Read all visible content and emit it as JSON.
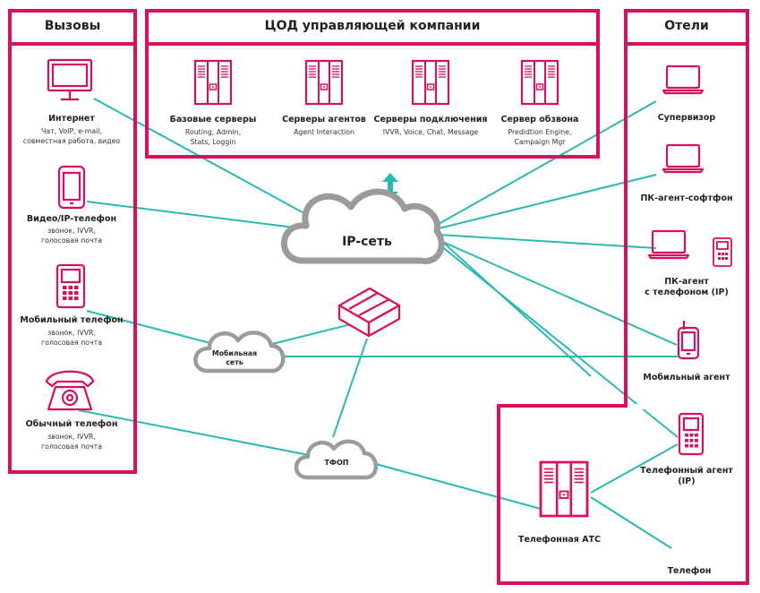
{
  "colors": {
    "accent": "#d6105f",
    "line": "#2bb8b1",
    "cloud": "#9b9b9b"
  },
  "sections": {
    "calls": "Вызовы",
    "datacenter": "ЦОД управляющей компании",
    "hotels": "Отели"
  },
  "calls": [
    {
      "title": "Интернет",
      "lines": [
        "Чат, VoIP, e-mail,",
        "совместная работа, видео"
      ],
      "icon": "monitor-icon"
    },
    {
      "title": "Видео/IP-телефон",
      "lines": [
        "звонок, IVVR,",
        "голосовая почта"
      ],
      "icon": "smartphone-icon"
    },
    {
      "title": "Мобильный телефон",
      "lines": [
        "звонок, IVVR,",
        "голосовая почта"
      ],
      "icon": "mobile-phone-icon"
    },
    {
      "title": "Обычный телефон",
      "lines": [
        "звонок, IVVR,",
        "голосовая почта"
      ],
      "icon": "desk-telephone-icon"
    }
  ],
  "servers": [
    {
      "title": "Базовые серверы",
      "lines": [
        "Routing, Admin,",
        "Stats, Loggin"
      ],
      "icon": "server-icon"
    },
    {
      "title": "Серверы агентов",
      "lines": [
        "Agent Interaction"
      ],
      "icon": "server-icon"
    },
    {
      "title": "Серверы подключения",
      "lines": [
        "IVVR, Voice, Chat, Message"
      ],
      "icon": "server-icon"
    },
    {
      "title": "Сервер обзвона",
      "lines": [
        "Predidtion Engine,",
        "Campaign Mgr"
      ],
      "icon": "server-icon"
    }
  ],
  "hotels": [
    {
      "title": "Супервизор",
      "icon": "laptop-icon"
    },
    {
      "title": "ПК-агент-софтфон",
      "icon": "laptop-icon"
    },
    {
      "title": "ПК-агент\nс телефоном (IP)",
      "icon": "laptop-phone-icon"
    },
    {
      "title": "Мобильный агент",
      "icon": "mobile-agent-icon"
    },
    {
      "title": "Телефонный агент\n(IP)",
      "icon": "ip-phone-icon"
    },
    {
      "title": "Телефонная АТС",
      "icon": "pbx-icon"
    },
    {
      "title": "Телефон",
      "icon": ""
    }
  ],
  "clouds": {
    "ip": "IP-сеть",
    "mobile": "Мобильная\nсеть",
    "pstn": "ТФОП"
  },
  "icons": {
    "router": "router-icon",
    "arrow": "double-arrow-icon"
  }
}
